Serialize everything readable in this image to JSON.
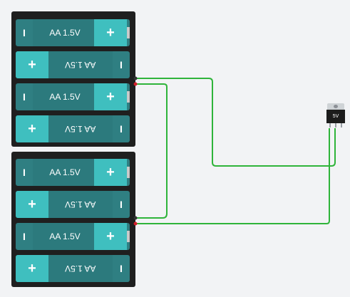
{
  "colors": {
    "background": "#f2f3f5",
    "holder": "#1f1f1f",
    "cell_body": "#2c7a7d",
    "cell_plus": "#3fbfbf",
    "wire": "#2fb43a",
    "terminal_negative": "#333333",
    "terminal_positive": "#d21f2a",
    "regulator_package": "#1c1c1c"
  },
  "cell_symbols": {
    "plus": "+",
    "minus": "I"
  },
  "holders": [
    {
      "cells": [
        {
          "label": "AA 1.5V",
          "orientation": "normal"
        },
        {
          "label": "AA 1.5V",
          "orientation": "flipped"
        },
        {
          "label": "AA 1.5V",
          "orientation": "normal"
        },
        {
          "label": "AA 1.5V",
          "orientation": "flipped"
        }
      ]
    },
    {
      "cells": [
        {
          "label": "AA 1.5V",
          "orientation": "normal"
        },
        {
          "label": "AA 1.5V",
          "orientation": "flipped"
        },
        {
          "label": "AA 1.5V",
          "orientation": "normal"
        },
        {
          "label": "AA 1.5V",
          "orientation": "flipped"
        }
      ]
    }
  ],
  "regulator": {
    "label": "5V"
  }
}
